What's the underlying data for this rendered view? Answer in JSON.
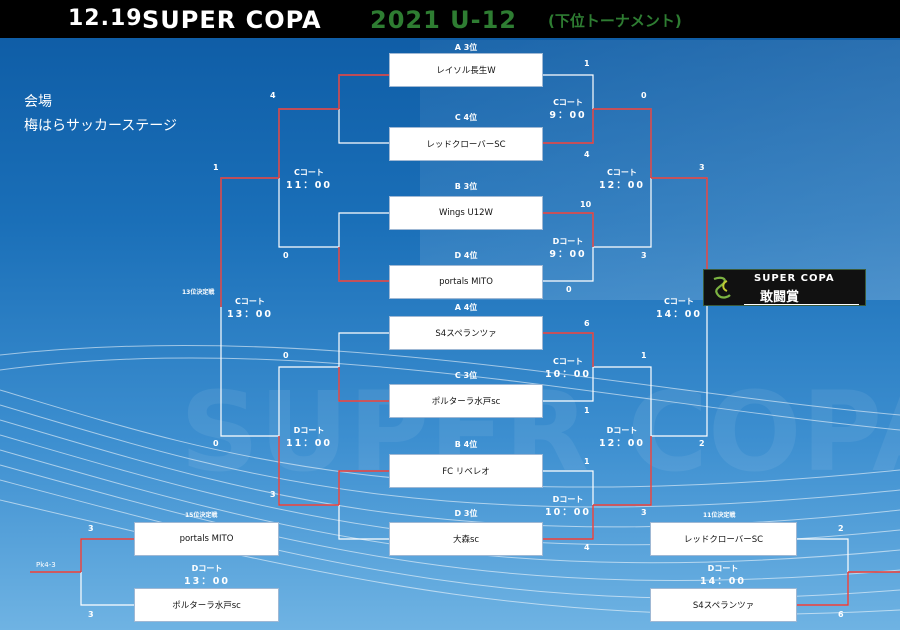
{
  "title": {
    "date": "12.19",
    "main": "SUPER COPA",
    "year_cat": "2021 U-12",
    "sub": "(下位トーナメント)"
  },
  "venue": {
    "label": "会場",
    "name": "梅はらサッカーステージ"
  },
  "colors": {
    "win_line": "#e53935",
    "line": "#ffffff",
    "title_green": "#2e7d32"
  },
  "teams": [
    {
      "slot": "A 3位",
      "name": "レイソル長生W"
    },
    {
      "slot": "C 4位",
      "name": "レッドクローバーSC"
    },
    {
      "slot": "B 3位",
      "name": "Wings U12W"
    },
    {
      "slot": "D 4位",
      "name": "portals MITO"
    },
    {
      "slot": "A 4位",
      "name": "S4スペランツァ"
    },
    {
      "slot": "C 3位",
      "name": "ポルターラ水戸sc"
    },
    {
      "slot": "B 4位",
      "name": "FC リベレオ"
    },
    {
      "slot": "D 3位",
      "name": "大森sc"
    }
  ],
  "courts": {
    "m1": {
      "court": "Cコート",
      "time": "9：00"
    },
    "m2": {
      "court": "Dコート",
      "time": "9：00"
    },
    "m3": {
      "court": "Cコート",
      "time": "10：00"
    },
    "m4": {
      "court": "Dコート",
      "time": "10：00"
    },
    "r2a": {
      "court": "Cコート",
      "time": "11：00"
    },
    "r2b": {
      "court": "Dコート",
      "time": "11：00"
    },
    "r2c": {
      "court": "Cコート",
      "time": "12：00"
    },
    "r2d": {
      "court": "Dコート",
      "time": "12：00"
    },
    "p13": {
      "court": "Cコート",
      "time": "13：00"
    },
    "final": {
      "court": "Cコート",
      "time": "14：00"
    },
    "p15": {
      "court": "Dコート",
      "time": "13：00"
    },
    "p11": {
      "court": "Dコート",
      "time": "14：00"
    }
  },
  "scores": {
    "m1_top": "1",
    "m1_bot": "4",
    "m2_top": "10",
    "m2_bot": "0",
    "m3_top": "6",
    "m3_bot": "1",
    "m4_top": "1",
    "m4_bot": "4",
    "r2a_top": "4",
    "r2a_bot": "0",
    "r2b_top": "0",
    "r2b_bot": "3",
    "r2c_top": "0",
    "r2c_bot": "3",
    "r2d_top": "1",
    "r2d_bot": "3",
    "p13_top": "1",
    "p13_bot": "0",
    "final_top": "3",
    "final_bot": "2",
    "p15_top": "3",
    "p15_bot": "3",
    "p15_pk": "Pk4-3",
    "p11_top": "2",
    "p11_bot": "6"
  },
  "match_labels": {
    "p13": "13位決定戦",
    "p15": "15位決定戦",
    "p11": "11位決定戦"
  },
  "placement": {
    "p15_top": "portals MITO",
    "p15_bot": "ポルターラ水戸sc",
    "p11_top": "レッドクローバーSC",
    "p11_bot": "S4スペランツァ"
  },
  "award": {
    "line1": "SUPER COPA",
    "line2": "敢闘賞"
  },
  "watermark": "SUPER COPA"
}
